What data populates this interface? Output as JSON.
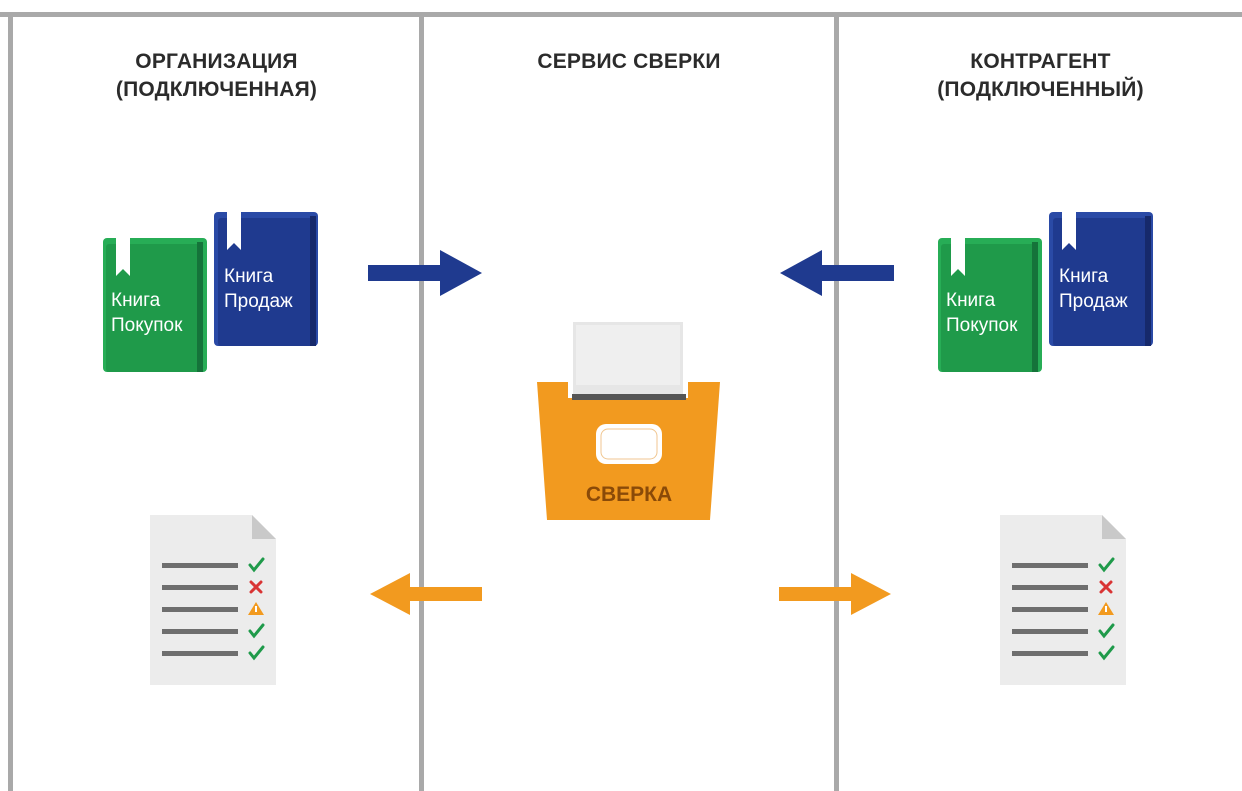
{
  "columns": {
    "left": {
      "title_line1": "ОРГАНИЗАЦИЯ",
      "title_line2": "(ПОДКЛЮЧЕННАЯ)"
    },
    "center": {
      "title_line1": "СЕРВИС СВЕРКИ"
    },
    "right": {
      "title_line1": "КОНТРАГЕНТ",
      "title_line2": "(ПОДКЛЮЧЕННЫЙ)"
    }
  },
  "books": {
    "purchase_line1": "Книга",
    "purchase_line2": "Покупок",
    "sales_line1": "Книга",
    "sales_line2": "Продаж"
  },
  "reconciliation_box": {
    "label": "СВЕРКА"
  },
  "report_rows": [
    "check",
    "cross",
    "warning",
    "check",
    "check"
  ],
  "colors": {
    "purchase_book": "#1f9a4a",
    "sales_book": "#1f3a8f",
    "blue_arrow": "#1f3a8f",
    "orange_arrow": "#f29a1f",
    "box": "#f29a1f",
    "divider": "#a9a9a9"
  }
}
